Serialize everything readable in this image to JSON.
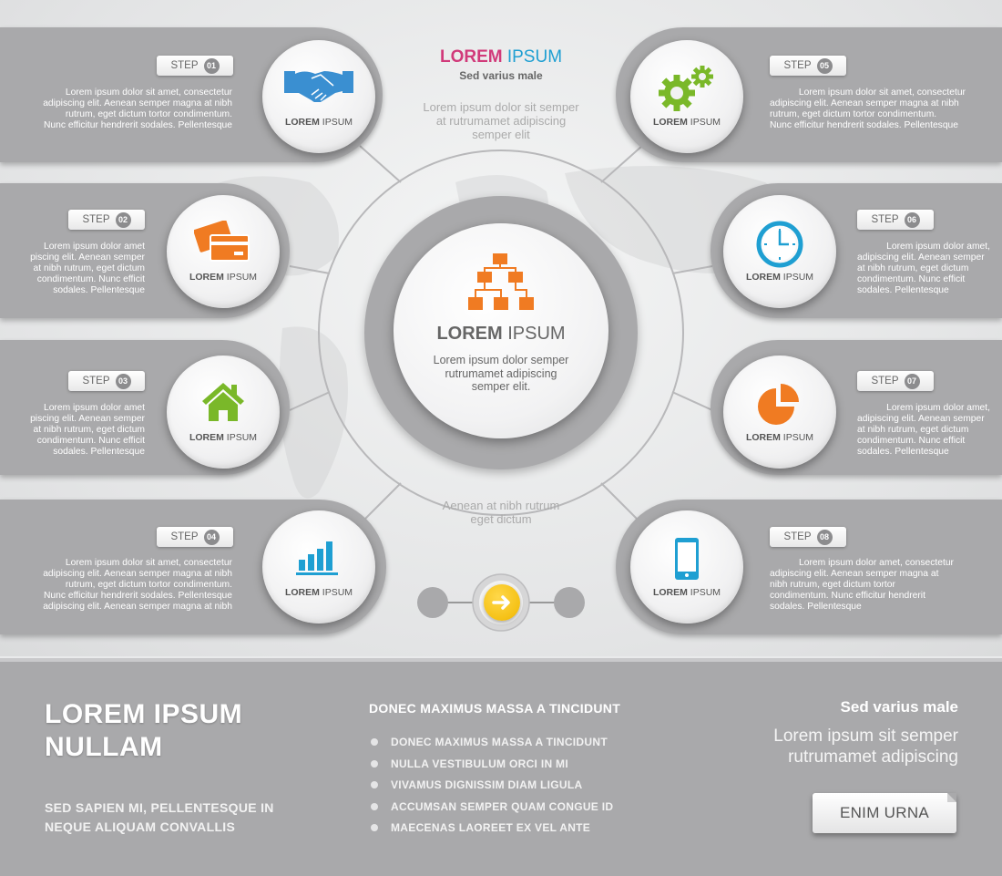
{
  "header": {
    "title_part1": "LOREM",
    "title_part2": " IPSUM",
    "subtitle": "Sed varius male",
    "text": [
      "Lorem ipsum dolor sit semper",
      "at rutrumamet adipiscing",
      "semper elit"
    ],
    "colors": {
      "title_part1": "#d13a7a",
      "title_part2": "#1f9fd2"
    }
  },
  "center": {
    "label_bold": "LOREM",
    "label_rest": " IPSUM",
    "text": [
      "Lorem ipsum dolor semper",
      "rutrumamet adipiscing",
      "semper elit."
    ],
    "icon": "org-chart-icon",
    "accent": "#f07b22"
  },
  "bottom_center_text": [
    "Aenean at nibh rutrum",
    "eget dictum"
  ],
  "arrow_button": {
    "icon": "arrow-right-icon",
    "color": "#f5c115"
  },
  "step_word": "STEP",
  "steps": [
    {
      "num": "01",
      "label_bold": "LOREM",
      "label_rest": " IPSUM",
      "icon": "handshake-icon",
      "color": "#3a8fd1",
      "text": [
        "Lorem ipsum dolor sit amet, consectetur",
        "adipiscing elit. Aenean semper magna at nibh",
        "rutrum, eget dictum tortor condimentum.",
        "Nunc efficitur hendrerit sodales. Pellentesque"
      ]
    },
    {
      "num": "02",
      "label_bold": "LOREM",
      "label_rest": " IPSUM",
      "icon": "credit-card-icon",
      "color": "#f07b22",
      "text": [
        "Lorem ipsum  dolor  amet",
        "piscing elit. Aenean semper",
        "at nibh rutrum, eget dictum",
        "condimentum.  Nunc efficit",
        "sodales. Pellentesque"
      ]
    },
    {
      "num": "03",
      "label_bold": "LOREM",
      "label_rest": " IPSUM",
      "icon": "home-icon",
      "color": "#7ab829",
      "text": [
        "Lorem ipsum  dolor  amet",
        "piscing elit. Aenean semper",
        "at nibh rutrum, eget dictum",
        "condimentum.  Nunc efficit",
        "sodales. Pellentesque"
      ]
    },
    {
      "num": "04",
      "label_bold": "LOREM",
      "label_rest": " IPSUM",
      "icon": "bar-chart-icon",
      "color": "#1f9fd2",
      "text": [
        "Lorem ipsum dolor sit amet, consectetur",
        "adipiscing elit. Aenean semper magna at nibh",
        "rutrum, eget dictum tortor condimentum.",
        "Nunc efficitur hendrerit sodales. Pellentesque",
        "adipiscing elit. Aenean semper magna at nibh"
      ]
    },
    {
      "num": "05",
      "label_bold": "LOREM",
      "label_rest": " IPSUM",
      "icon": "gears-icon",
      "color": "#7ab829",
      "text": [
        "Lorem ipsum dolor sit amet, consectetur",
        "adipiscing elit. Aenean semper magna at nibh",
        "rutrum, eget dictum tortor condimentum.",
        "Nunc efficitur hendrerit sodales. Pellentesque"
      ]
    },
    {
      "num": "06",
      "label_bold": "LOREM",
      "label_rest": " IPSUM",
      "icon": "clock-icon",
      "color": "#1f9fd2",
      "text": [
        "Lorem ipsum dolor  amet,",
        "adipiscing elit. Aenean semper",
        "at nibh rutrum, eget dictum",
        "condimentum.  Nunc efficit",
        "sodales. Pellentesque"
      ]
    },
    {
      "num": "07",
      "label_bold": "LOREM",
      "label_rest": " IPSUM",
      "icon": "pie-chart-icon",
      "color": "#f07b22",
      "text": [
        "Lorem ipsum dolor  amet,",
        "adipiscing elit. Aenean semper",
        "at nibh rutrum, eget dictum",
        "condimentum.  Nunc efficit",
        "sodales. Pellentesque"
      ]
    },
    {
      "num": "08",
      "label_bold": "LOREM",
      "label_rest": " IPSUM",
      "icon": "smartphone-icon",
      "color": "#1f9fd2",
      "text": [
        "Lorem ipsum dolor amet, consectetur",
        "adipiscing elit. Aenean semper magna at",
        "nibh rutrum, eget dictum tortor",
        "condimentum. Nunc efficitur hendrerit",
        "sodales. Pellentesque"
      ]
    }
  ],
  "footer": {
    "title": [
      "LOREM IPSUM",
      "NULLAM"
    ],
    "subtitle": [
      "SED SAPIEN MI, PELLENTESQUE IN",
      "NEQUE ALIQUAM CONVALLIS"
    ],
    "list_heading": "DONEC MAXIMUS MASSA A TINCIDUNT",
    "list_items": [
      "DONEC MAXIMUS MASSA A TINCIDUNT",
      "NULLA VESTIBULUM ORCI IN MI",
      "VIVAMUS DIGNISSIM DIAM LIGULA",
      "ACCUMSAN SEMPER QUAM CONGUE ID",
      "MAECENAS LAOREET EX VEL ANTE"
    ],
    "right_heading": "Sed varius male",
    "right_text": [
      "Lorem ipsum  sit semper",
      "rutrumamet adipiscing"
    ],
    "button_label": "ENIM URNA"
  }
}
